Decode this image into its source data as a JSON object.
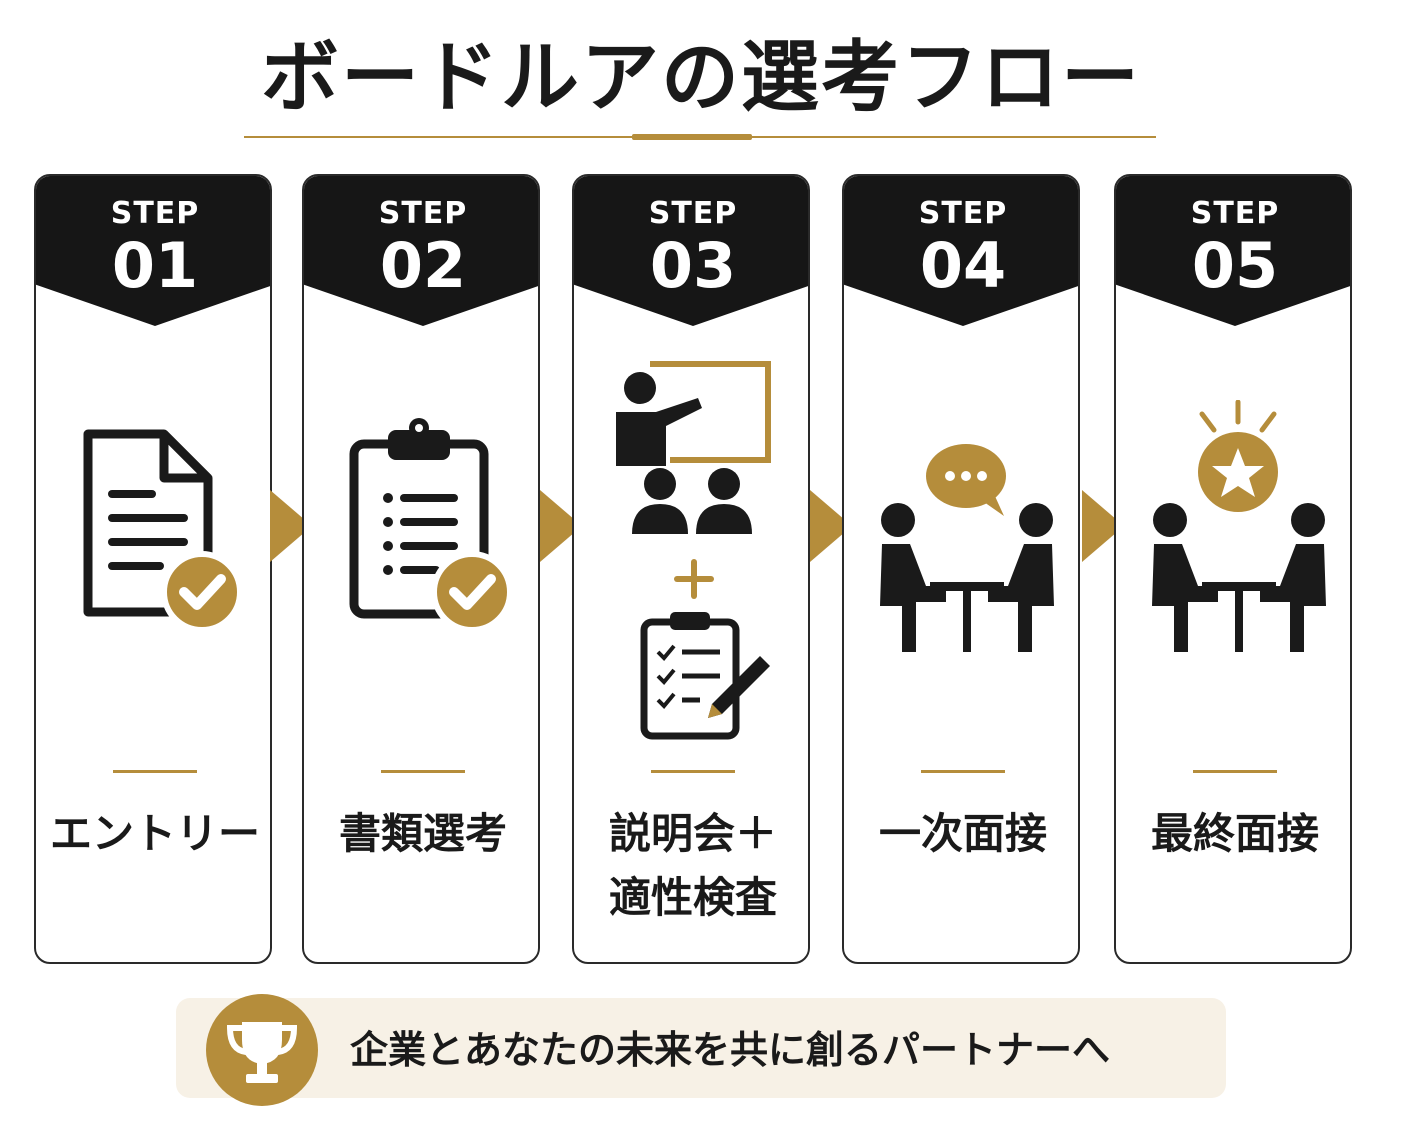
{
  "title": "ボードルアの選考フロー",
  "colors": {
    "accent": "#b58d3b",
    "dark": "#1a1a1a",
    "banner_bg": "#f7f1e6"
  },
  "steps": [
    {
      "label": "STEP",
      "number": "01",
      "name": "エントリー",
      "icon": "document-check-icon"
    },
    {
      "label": "STEP",
      "number": "02",
      "name": "書類選考",
      "icon": "clipboard-check-icon"
    },
    {
      "label": "STEP",
      "number": "03",
      "name_line1": "説明会＋",
      "name_line2": "適性検査",
      "icon": "presentation-and-test-icon"
    },
    {
      "label": "STEP",
      "number": "04",
      "name": "一次面接",
      "icon": "interview-chat-icon"
    },
    {
      "label": "STEP",
      "number": "05",
      "name": "最終面接",
      "icon": "interview-star-icon"
    }
  ],
  "banner": {
    "text": "企業とあなたの未来を共に創るパートナーへ",
    "icon": "trophy-icon"
  }
}
